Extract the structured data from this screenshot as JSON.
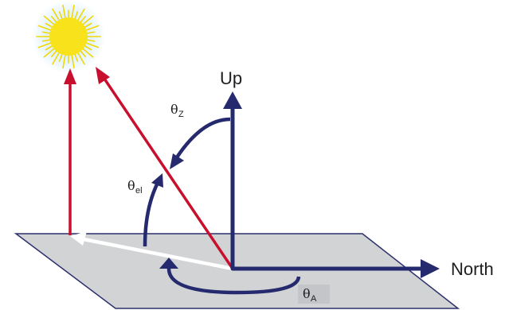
{
  "labels": {
    "up": "Up",
    "north": "North",
    "zenith": {
      "symbol": "θ",
      "subscript": "Z"
    },
    "elevation": {
      "symbol": "θ",
      "subscript": "el"
    },
    "azimuth": {
      "symbol": "θ",
      "subscript": "A"
    }
  },
  "colors": {
    "ground_plane": "#d2d3d5",
    "ground_edge": "#2b2f6b",
    "axis": "#252a6e",
    "sun_ray": "#c8102e",
    "projection": "#ffffff",
    "sun": "#f7e21b",
    "sun_glow": "#bfe3f5"
  },
  "icons": {
    "sun": "sun-icon"
  }
}
